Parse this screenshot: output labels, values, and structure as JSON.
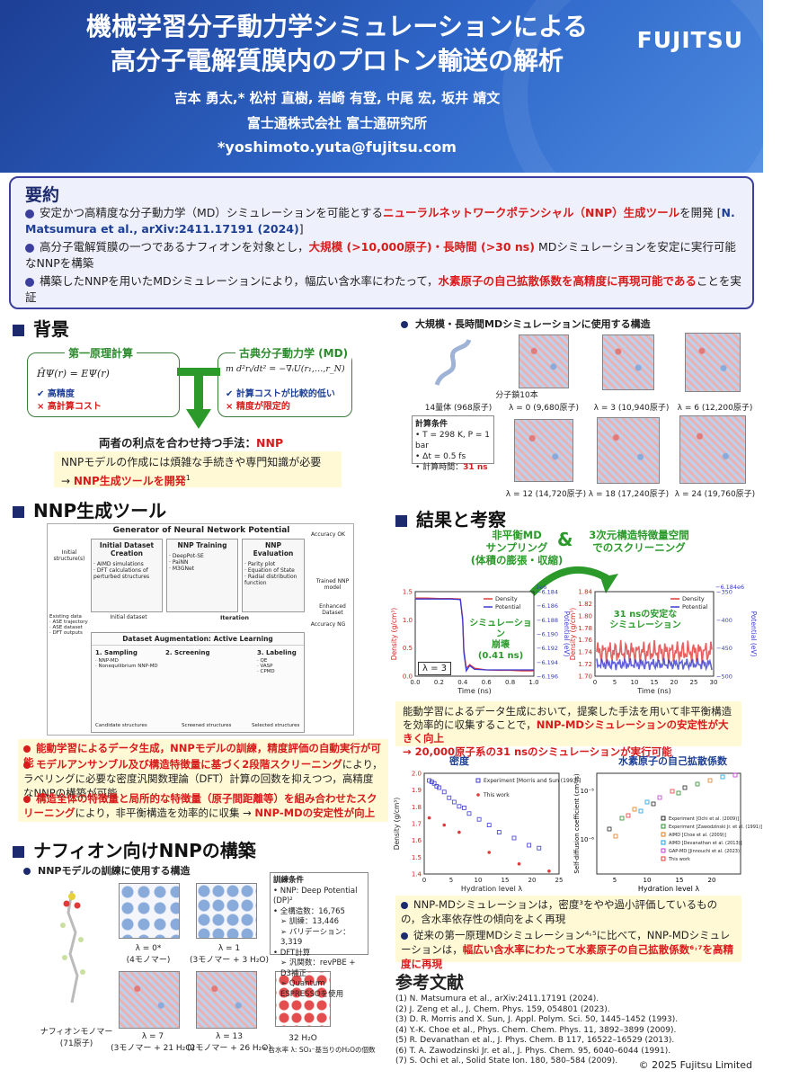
{
  "header": {
    "title_line1": "機械学習分子動力学シミュレーションによる",
    "title_line2": "高分子電解質膜内のプロトン輸送の解析",
    "authors": "吉本 勇太,* 松村 直樹, 岩崎 有登, 中尾 宏, 坂井 靖文",
    "affiliation": "富士通株式会社 富士通研究所",
    "email": "*yoshimoto.yuta@fujitsu.com",
    "logo": "FUJITSU"
  },
  "summary": {
    "heading": "要約",
    "b1_pre": "安定かつ高精度な分子動力学（MD）シミュレーションを可能とする",
    "b1_red": "ニューラルネットワークポテンシャル（NNP）生成ツール",
    "b1_mid": "を開発 [",
    "b1_cite": "N. Matsumura et al., arXiv:2411.17191 (2024)",
    "b1_end": "]",
    "b2_pre": "高分子電解質膜の一つであるナフィオンを対象とし，",
    "b2_red": "大規模 (>10,000原子)・長時間 (>30 ns)",
    "b2_end": " MDシミュレーションを安定に実行可能なNNPを構築",
    "b3_pre": "構築したNNPを用いたMDシミュレーションにより，幅広い含水率にわたって，",
    "b3_red": "水素原子の自己拡散係数を高精度に再現可能である",
    "b3_end": "ことを実証"
  },
  "background": {
    "heading": "背景",
    "left_title": "第一原理計算",
    "left_eq": "ĤΨ(r) = EΨ(r)",
    "left_pro": "✔ 高精度",
    "left_con": "× 高計算コスト",
    "right_title": "古典分子動力学 (MD)",
    "right_eq": "m d²rᵢ/dt² = −∇ᵢU(r₁,…,r_N)",
    "right_pro": "✔ 計算コストが比較的低い",
    "right_con": "× 精度が限定的",
    "combine_pre": "両者の利点を合わせ持つ手法：",
    "combine_red": "NNP",
    "note_line1": "NNPモデルの作成には煩雑な手続きや専門知識が必要",
    "note_line2_pre": "→ ",
    "note_line2_red": "NNP生成ツールを開発",
    "note_sup": "1"
  },
  "large_md": {
    "heading": "大規模・長時間MDシミュレーションに使用する構造",
    "chain_label": "分子鎖10本",
    "captions": [
      "14量体 (968原子)",
      "λ = 0 (9,680原子)",
      "λ = 3 (10,940原子)",
      "λ = 6 (12,200原子)",
      "λ = 12 (14,720原子)",
      "λ = 18 (17,240原子)",
      "λ = 24 (19,760原子)"
    ],
    "cond_title": "計算条件",
    "cond1": "• T = 298 K, P = 1 bar",
    "cond2": "• Δt = 0.5 fs",
    "cond3_pre": "• 計算時間：",
    "cond3_red": "31 ns"
  },
  "tool": {
    "heading": "NNP生成ツール",
    "diagram_title": "Generator of Neural Network Potential",
    "stage1": "Initial Dataset Creation",
    "stage2": "NNP Training",
    "stage3": "NNP Evaluation",
    "stage1_items": "· AIMD simulations\n· DFT calculations of perturbed structures",
    "stage2_items": "· DeepPot-SE\n· PaiNN\n· M3GNet",
    "stage3_items": "· Parity plot\n· Equation of State\n· Radial distribution function",
    "iteration": "Iteration",
    "accuracy_ok": "Accuracy OK",
    "accuracy_ng": "Accuracy NG",
    "trained": "Trained NNP model",
    "enhanced": "Enhanced Dataset",
    "initial_struct": "Initial structure(s)",
    "initial_dataset": "Initial dataset",
    "existing": "Existing data\n· ASE trajectory\n· ASE dataset\n· DFT outputs",
    "augment": "Dataset Augmentation: Active Learning",
    "sampling": "1. Sampling",
    "sampling_items": "· NNP-MD\n· Nonequilibrium NNP-MD",
    "screening": "2. Screening",
    "labeling": "3. Labeling",
    "labeling_items": "· QE\n· VASP\n· CPMD",
    "candidate": "Candidate structures",
    "screened": "Screened structures",
    "selected": "Selected structures",
    "bullet1": "能動学習によるデータ生成，NNPモデルの訓練，精度評価の自動実行が可能",
    "bullet2_pre": "モデルアンサンブル及び構造特徴量に基づく2段階スクリーニング",
    "bullet2_end": "により，ラベリングに必要な密度汎関数理論（DFT）計算の回数を抑えつつ，高精度なNNPの構築が可能",
    "bullet3_pre": "構造全体の特徴量と局所的な特徴量（原子間距離等）を組み合わせたスクリーニング",
    "bullet3_mid": "により，非平衡構造を効率的に収集 → ",
    "bullet3_red": "NNP-MDの安定性が向上"
  },
  "nafion": {
    "heading": "ナフィオン向けNNPの構築",
    "sub": "NNPモデルの訓練に使用する構造",
    "cond_title": "訓練条件",
    "c1": "• NNP: Deep Potential (DP)²",
    "c2": "• 全構造数：16,765",
    "c3": "➢ 訓練：13,446",
    "c4": "➢ バリデーション：3,319",
    "c5": "• DFT計算",
    "c6": "➢ 汎関数：revPBE + D3補正",
    "c7": "➢ Quantum ESPRESSOを使用",
    "captions": [
      "λ = 0*\n(4モノマー)",
      "λ = 1\n(3モノマー + 3 H₂O)",
      "ナフィオンモノマー\n(71原子)",
      "λ = 7\n(3モノマー + 21 H₂O)",
      "λ = 13\n(2モノマー + 26 H₂O)",
      "32 H₂O"
    ],
    "footnote": "* 含水率 λ: SO₃⁻基当りのH₂Oの個数"
  },
  "results": {
    "heading": "結果と考察",
    "tag1": "非平衡MD\nサンプリング\n(体積の膨張・収縮)",
    "amp": "&",
    "tag2": "3次元構造特徴量空間\nでのスクリーニング",
    "collapse": "シミュレーション\n崩壊\n(0.41 ns)",
    "stable": "31 nsの安定な\nシミュレーション",
    "lambda": "λ = 3",
    "text_pre": "能動学習によるデータ生成において，提案した手法を用いて非平衡構造を効率的に収集することで，",
    "text_red": "NNP-MDシミュレーションの安定性が大きく向上",
    "text_arrow": "→ 20,000原子系の31 nsのシミュレーションが実行可能",
    "density_title": "密度",
    "diff_title": "水素原子の自己拡散係数",
    "bullet1": "NNP-MDシミュレーションは，密度³をやや過小評価しているものの，含水率依存性の傾向をよく再現",
    "bullet2_pre": "従来の第一原理MDシミュレーション⁴˒⁵に比べて，NNP-MDシミュレーションは，",
    "bullet2_red": "幅広い含水率にわたって水素原子の自己拡散係数⁶˒⁷を高精度に再現"
  },
  "refs": {
    "heading": "参考文献",
    "items": [
      "(1) N. Matsumura et al., arXiv:2411.17191 (2024).",
      "(2) J. Zeng et al., J. Chem. Phys. 159, 054801 (2023).",
      "(3) D. R. Morris and X. Sun, J. Appl. Polym. Sci. 50, 1445–1452 (1993).",
      "(4) Y.-K. Choe et al., Phys. Chem. Chem. Phys. 11, 3892–3899 (2009).",
      "(5) R. Devanathan et al., J. Phys. Chem. B 117, 16522–16529 (2013).",
      "(6) T. A. Zawodzinski Jr. et al., J. Phys. Chem. 95, 6040–6044 (1991).",
      "(7) S. Ochi et al., Solid State Ion. 180, 580–584 (2009)."
    ],
    "copyright": "© 2025 Fujitsu Limited"
  },
  "chart_data": [
    {
      "type": "line",
      "title": "",
      "xlabel": "Time (ns)",
      "ylabel": "Density (g/cm³)",
      "y2label": "Potential (eV)",
      "y2_offset": "1e6",
      "xlim": [
        0,
        1.0
      ],
      "ylim": [
        0,
        1.6
      ],
      "y2lim": [
        -6.196,
        -6.184
      ],
      "xticks": [
        "0.0",
        "0.2",
        "0.4",
        "0.6",
        "0.8",
        "1.0"
      ],
      "yticks": [
        "0.0",
        "0.5",
        "1.0",
        "1.5"
      ],
      "y2ticks": [
        "−6.184",
        "−6.186",
        "−6.188",
        "−6.190",
        "−6.192",
        "−6.194",
        "−6.196"
      ],
      "series": [
        {
          "name": "Density",
          "color": "#e03a3a",
          "x": [
            0,
            0.1,
            0.2,
            0.3,
            0.38,
            0.4,
            0.41,
            0.43,
            0.46,
            0.5,
            0.6,
            0.7,
            0.8,
            0.9,
            1.0
          ],
          "values": [
            1.48,
            1.48,
            1.47,
            1.47,
            1.46,
            1.1,
            0.5,
            0.15,
            0.22,
            0.15,
            0.12,
            0.11,
            0.11,
            0.1,
            0.1
          ]
        },
        {
          "name": "Potential",
          "color": "#3a3ad0",
          "x": [
            0,
            0.1,
            0.2,
            0.3,
            0.38,
            0.4,
            0.41,
            0.43,
            0.46,
            0.5,
            0.6,
            0.7,
            0.8,
            0.9,
            1.0
          ],
          "values": [
            1.46,
            1.46,
            1.46,
            1.46,
            1.45,
            1.05,
            0.45,
            0.1,
            0.2,
            0.13,
            0.12,
            0.12,
            0.12,
            0.12,
            0.12
          ]
        }
      ]
    },
    {
      "type": "line",
      "title": "",
      "xlabel": "Time (ns)",
      "ylabel": "Density (g/cm³)",
      "y2label": "Potential (eV)",
      "y2_offset": "−6.184e6",
      "xlim": [
        0,
        30
      ],
      "ylim": [
        1.7,
        1.84
      ],
      "y2lim": [
        -500,
        -350
      ],
      "xticks": [
        "0",
        "5",
        "10",
        "15",
        "20",
        "25",
        "30"
      ],
      "yticks": [
        "1.70",
        "1.72",
        "1.74",
        "1.76",
        "1.78",
        "1.80",
        "1.82",
        "1.84"
      ],
      "y2ticks": [
        "−350",
        "−400",
        "−450",
        "−500"
      ],
      "series": [
        {
          "name": "Density",
          "color": "#e03a3a",
          "band": [
            1.72,
            1.76
          ]
        },
        {
          "name": "Potential",
          "color": "#3a3ad0",
          "band": [
            1.71,
            1.73
          ]
        }
      ]
    },
    {
      "type": "scatter",
      "title": "密度",
      "xlabel": "Hydration level λ",
      "ylabel": "Density (g/cm³)",
      "xlim": [
        -1,
        26
      ],
      "ylim": [
        1.38,
        2.08
      ],
      "xticks": [
        "0",
        "5",
        "10",
        "15",
        "20",
        "25"
      ],
      "yticks": [
        "1.4",
        "1.5",
        "1.6",
        "1.7",
        "1.8",
        "1.9",
        "2.0"
      ],
      "series": [
        {
          "name": "Experiment [Morris and Sun (1993)]",
          "color": "#3a3ad0",
          "x": [
            0,
            0.5,
            1,
            1.5,
            2,
            3,
            4,
            5,
            6,
            7,
            8,
            10,
            12,
            14,
            17,
            20,
            22
          ],
          "values": [
            2.05,
            2.04,
            2.03,
            2.01,
            2.0,
            1.97,
            1.93,
            1.9,
            1.87,
            1.86,
            1.82,
            1.78,
            1.74,
            1.69,
            1.65,
            1.6,
            1.58
          ]
        },
        {
          "name": "This work",
          "color": "#e03a3a",
          "x": [
            0,
            3,
            6,
            12,
            18,
            24
          ],
          "values": [
            1.79,
            1.74,
            1.69,
            1.55,
            1.47,
            1.42
          ]
        }
      ]
    },
    {
      "type": "scatter",
      "title": "水素原子の自己拡散係数",
      "xlabel": "Hydration level λ",
      "ylabel": "Self-diffusion coefficient (cm²/s)",
      "xlim": [
        0,
        24
      ],
      "ylog": true,
      "yticks": [
        "10⁻⁶",
        "10⁻⁵"
      ],
      "xticks": [
        "5",
        "10",
        "15",
        "20"
      ],
      "series": [
        {
          "name": "Experiment [Ochi et al. (2009)]",
          "color": "#222222"
        },
        {
          "name": "Experiment [Zawodzinski Jr. et al. (1991)]",
          "color": "#2b8a2b"
        },
        {
          "name": "AIMD [Choe et al. (2009)]",
          "color": "#e07a1a"
        },
        {
          "name": "AIMD [Devanathan et al. (2013)]",
          "color": "#1a9fe0"
        },
        {
          "name": "GAP-MD [Jinnouchi et al. (2023)]",
          "color": "#c23ad0"
        },
        {
          "name": "This work",
          "color": "#e03a3a"
        }
      ]
    }
  ]
}
